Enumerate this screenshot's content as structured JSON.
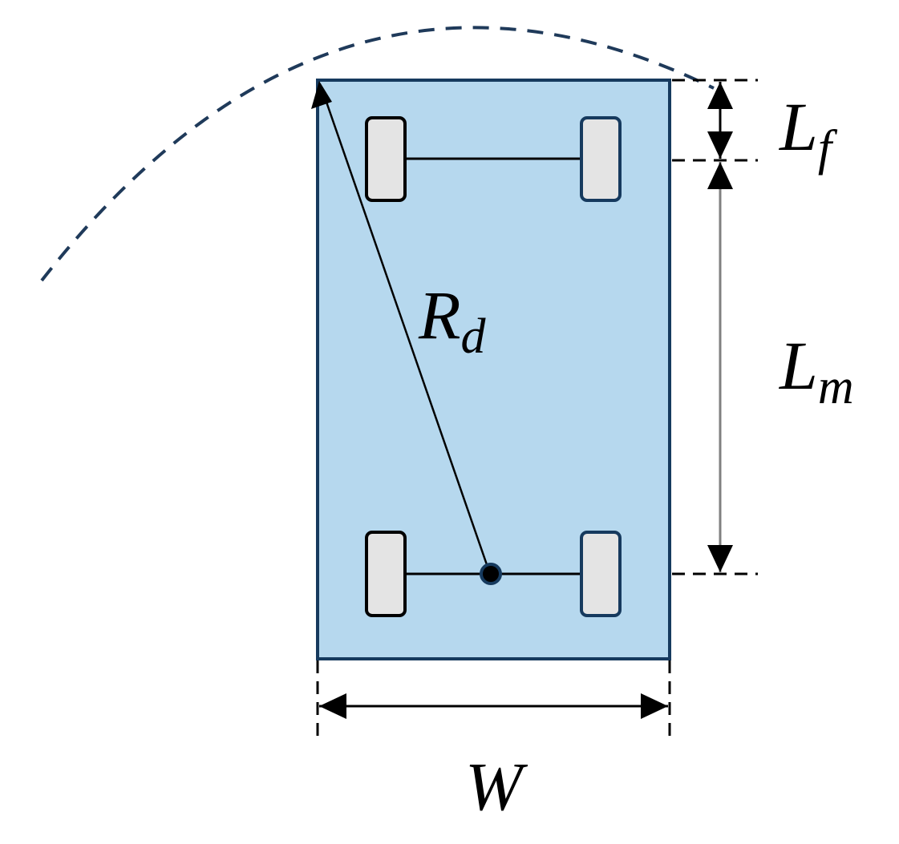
{
  "colors": {
    "body_fill": "#b6d8ee",
    "body_stroke": "#163a5e",
    "wheel_fill": "#e4e4e4",
    "dashed_arc": "#1f3a5a",
    "dimension": "#000000",
    "dimension_gray": "#808080"
  },
  "labels": {
    "front_overhang": {
      "main": "L",
      "sub": "f"
    },
    "mid_length": {
      "main": "L",
      "sub": "m"
    },
    "radius": {
      "main": "R",
      "sub": "d"
    },
    "width": "W"
  }
}
